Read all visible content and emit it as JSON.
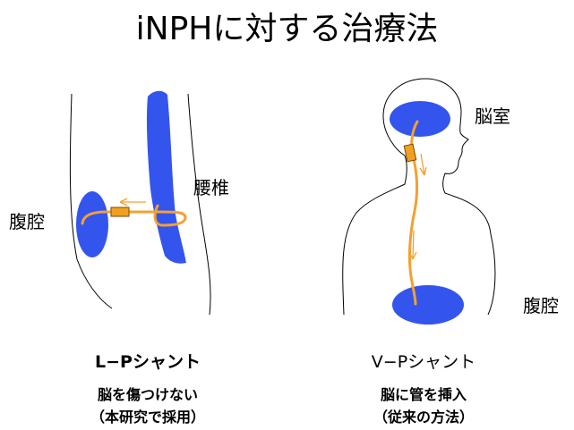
{
  "title": "iNPHに対する治療法",
  "colors": {
    "organ": "#3355ee",
    "shunt": "#f5a030",
    "valve_fill": "#f0a020",
    "valve_border": "#7a4a00",
    "outline": "#000000"
  },
  "lp_panel": {
    "label_lumbar": "腰椎",
    "label_abdomen": "腹腔",
    "method": "L−Pシャント",
    "note_line1": "脳を傷つけない",
    "note_line2": "（本研究で採用）"
  },
  "vp_panel": {
    "label_ventricle": "脳室",
    "label_abdomen": "腹腔",
    "method": "V−Pシャント",
    "note_line1": "脳に管を挿入",
    "note_line2": "（従来の方法）"
  }
}
